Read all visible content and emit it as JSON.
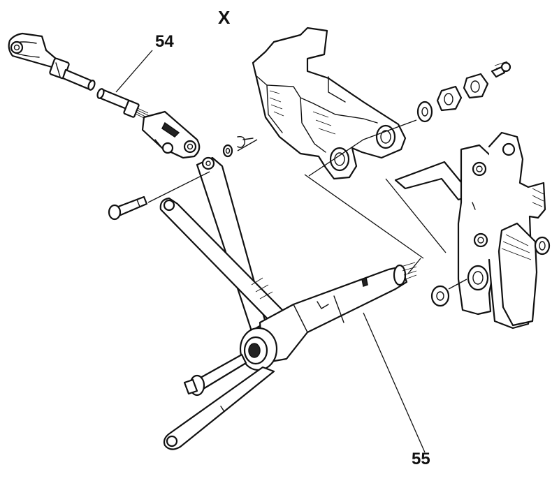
{
  "diagram": {
    "view_label": "X",
    "callouts": [
      {
        "id": "54",
        "text": "54"
      },
      {
        "id": "55",
        "text": "55"
      }
    ]
  }
}
